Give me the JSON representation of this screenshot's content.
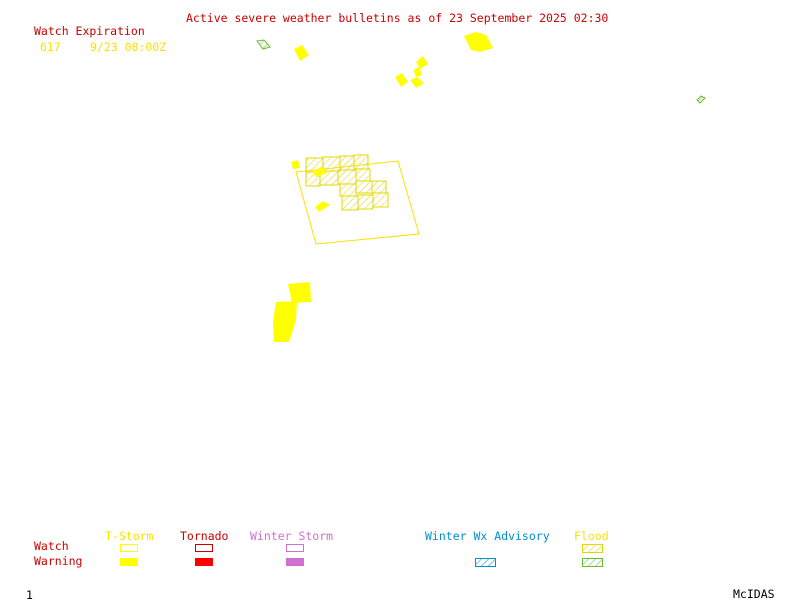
{
  "header": {
    "title": "Active severe weather bulletins as of 23 September 2025 02:30"
  },
  "watch_expiration": {
    "heading": "Watch Expiration",
    "rows": [
      {
        "watch_number": "617",
        "expires": "9/23 08:00Z"
      }
    ]
  },
  "legend": {
    "row_labels": {
      "watch": "Watch",
      "warning": "Warning"
    },
    "categories": [
      {
        "name": "T-Storm",
        "color": "#ffff00",
        "watch_style": "outline",
        "warning_style": "filled"
      },
      {
        "name": "Tornado",
        "color": "#ff0000",
        "watch_style": "outline",
        "warning_style": "filled"
      },
      {
        "name": "Winter Storm",
        "color": "#d070d0",
        "watch_style": "outline",
        "warning_style": "filled"
      },
      {
        "name": "Winter Wx Advisory",
        "color": "#0090d0",
        "watch_style": "none",
        "warning_style": "hatched"
      },
      {
        "name": "Flood",
        "color": "#e0e000",
        "watch_style": "hatched",
        "warning_style": "hatched-green"
      }
    ]
  },
  "footer": {
    "frame_number": "1",
    "software": "McIDAS"
  },
  "colors": {
    "tstorm": "#ffff00",
    "flood_watch": "#e0d800",
    "flood_warning": "#66bb33",
    "title": "#cc0000"
  }
}
